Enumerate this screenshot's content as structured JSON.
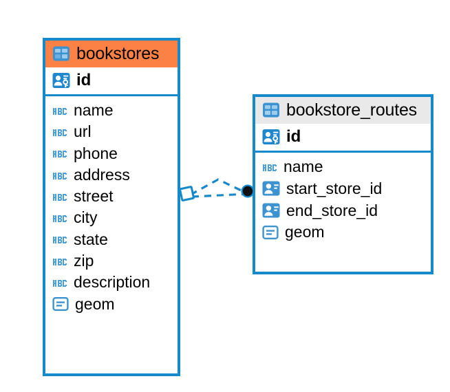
{
  "diagram": {
    "type": "er-diagram",
    "background": "#ffffff",
    "accent_blue": "#1689ca",
    "accent_orange": "#fb8144",
    "header_gray": "#e9e9e9",
    "text_color": "#000000"
  },
  "entities": [
    {
      "name": "bookstores",
      "header_style": "accent-orange",
      "table_icon": "table-icon",
      "primary_key": {
        "name": "id",
        "icon": "primary-key-icon"
      },
      "fields": [
        {
          "name": "name",
          "icon": "abc-text-icon",
          "type": "text"
        },
        {
          "name": "url",
          "icon": "abc-text-icon",
          "type": "text"
        },
        {
          "name": "phone",
          "icon": "abc-text-icon",
          "type": "text"
        },
        {
          "name": "address",
          "icon": "abc-text-icon",
          "type": "text"
        },
        {
          "name": "street",
          "icon": "abc-text-icon",
          "type": "text"
        },
        {
          "name": "city",
          "icon": "abc-text-icon",
          "type": "text"
        },
        {
          "name": "state",
          "icon": "abc-text-icon",
          "type": "text"
        },
        {
          "name": "zip",
          "icon": "abc-text-icon",
          "type": "text"
        },
        {
          "name": "description",
          "icon": "abc-text-icon",
          "type": "text"
        },
        {
          "name": "geom",
          "icon": "geometry-icon",
          "type": "geometry"
        }
      ]
    },
    {
      "name": "bookstore_routes",
      "header_style": "accent-gray",
      "table_icon": "table-icon",
      "primary_key": {
        "name": "id",
        "icon": "primary-key-icon"
      },
      "fields": [
        {
          "name": "name",
          "icon": "abc-text-icon",
          "type": "text"
        },
        {
          "name": "start_store_id",
          "icon": "foreign-key-icon",
          "type": "foreign-key"
        },
        {
          "name": "end_store_id",
          "icon": "foreign-key-icon",
          "type": "foreign-key"
        },
        {
          "name": "geom",
          "icon": "geometry-icon",
          "type": "geometry"
        }
      ]
    }
  ],
  "relationship": {
    "style": "dashed",
    "color": "#1689ca",
    "source_marker": "diamond-outline",
    "target_marker": "filled-circle",
    "target_marker_color": "#111111",
    "cardinality": "one-to-many"
  }
}
